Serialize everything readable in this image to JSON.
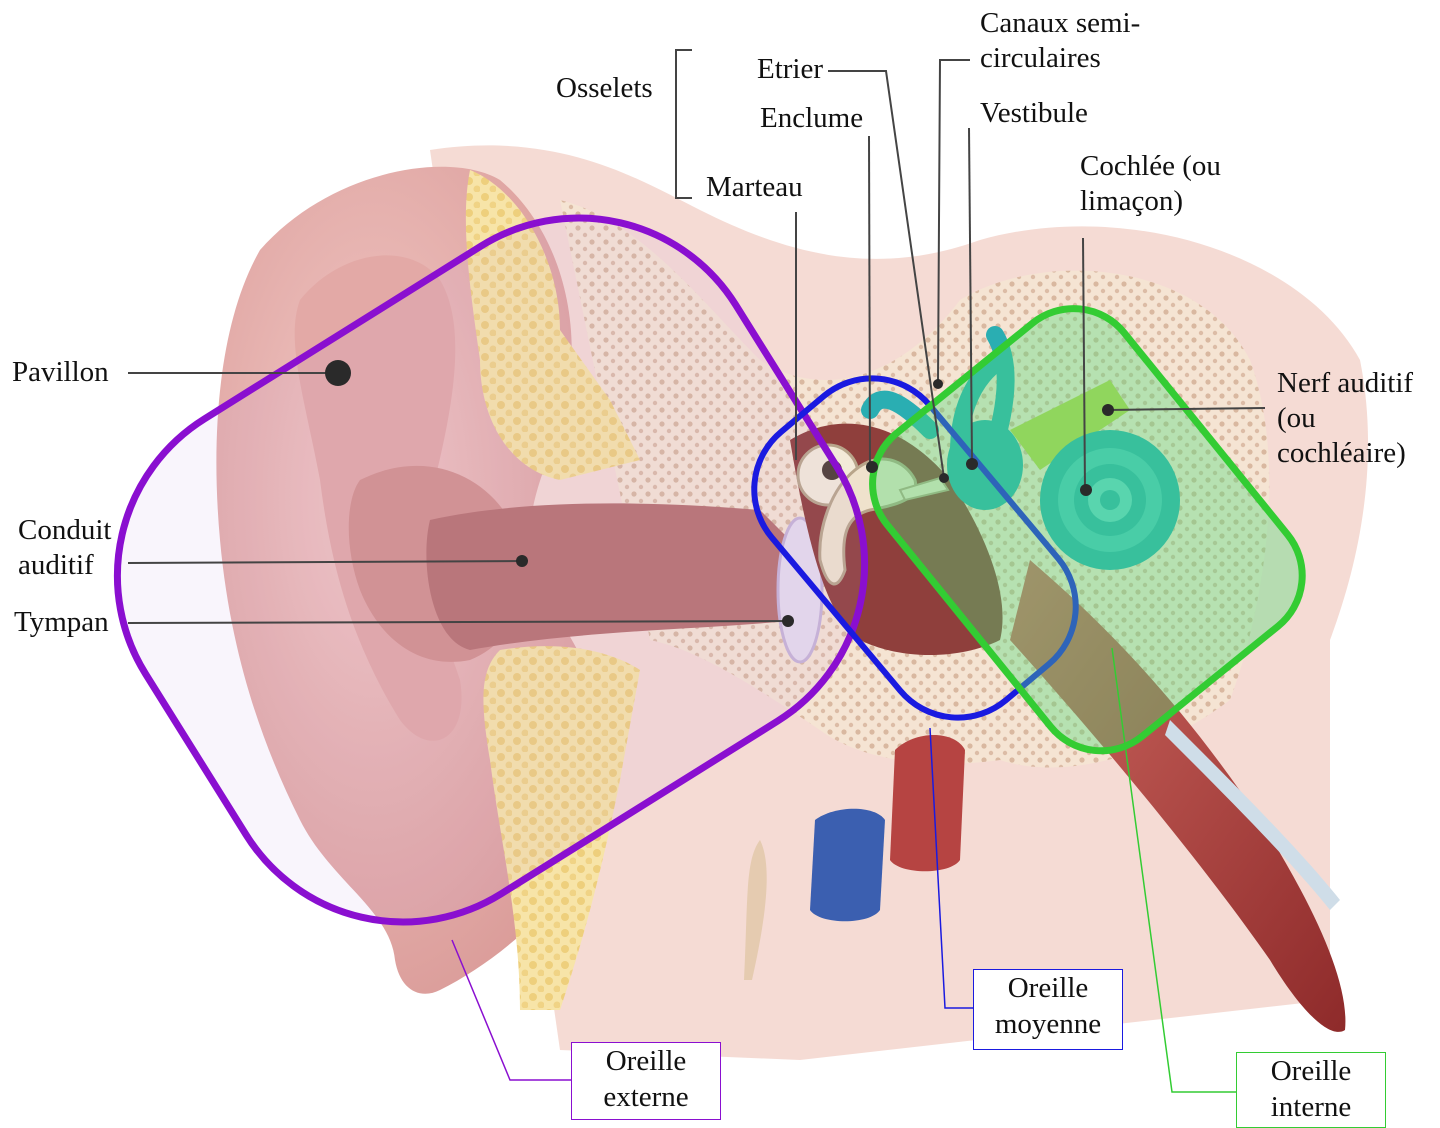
{
  "labels": {
    "osselets": "Osselets",
    "etrier": "Etrier",
    "enclume": "Enclume",
    "marteau": "Marteau",
    "canaux_line1": "Canaux semi-",
    "canaux_line2": "circulaires",
    "vestibule": "Vestibule",
    "cochlee_line1": "Cochlée (ou",
    "cochlee_line2": "limaçon)",
    "pavillon": "Pavillon",
    "conduit_line1": "Conduit",
    "conduit_line2": "auditif",
    "tympan": "Tympan",
    "nerf_line1": "Nerf auditif",
    "nerf_line2": "(ou",
    "nerf_line3": "cochléaire)"
  },
  "regions": {
    "externe": {
      "line1": "Oreille",
      "line2": "externe",
      "color": "#8a0fd0"
    },
    "moyenne": {
      "line1": "Oreille",
      "line2": "moyenne",
      "color": "#1a1ae0"
    },
    "interne": {
      "line1": "Oreille",
      "line2": "interne",
      "color": "#33cc33"
    }
  },
  "colors": {
    "skin": "#e8b2b0",
    "skin_dark": "#c98480",
    "canal": "#b87270",
    "bone": "#f3dcc6",
    "fat": "#f5db95",
    "cochlea": "#2aaeb2",
    "cochlea_light": "#5fd0cf",
    "nerve": "#b9d24d",
    "artery": "#b64442",
    "vein": "#3b5fb0",
    "leader": "#333333"
  }
}
